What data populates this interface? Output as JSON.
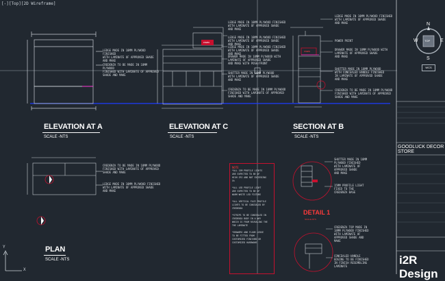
{
  "viewport": {
    "label": "[-][Top][2D Wireframe]"
  },
  "views": {
    "elev_a": {
      "title": "ELEVATION AT A",
      "scale": "SCALE -NTS"
    },
    "elev_c": {
      "title": "ELEVATION AT C",
      "scale": "SCALE -NTS"
    },
    "section_b": {
      "title": "SECTION AT B",
      "scale": "SCALE -NTS"
    },
    "plan": {
      "title": "PLAN",
      "scale": "SCALE -NTS"
    },
    "detail": {
      "title": "DETAIL 1",
      "scale": "SCALE-NTS"
    }
  },
  "notes": {
    "a1": "LEDGE MADE IN 18MM PLYWOOD\nFINISHED\nWITH LAMINATE OF APPROVED SHADE\nAND MAKE",
    "a2": "CREDENZA TO BE MADE IN 18MM\nPLYWOOD\nFINISHED WITH LAMINATE OF APPROVED\nSHADE AND MAKE",
    "c1": "LEDGE MADE IN 18MM PLYWOOD FINISHED\nWITH LAMINATE OF APPROVED SHADE\nAND MAKE",
    "c2": "LEDGE MADE IN 18MM PLYWOOD FINISHED\nWITH LAMINATE OF APPROVED SHADE\nAND MAKE",
    "c3": "LEDGE MADE IN 18MM PLYWOOD FINISHED\nWITH LAMINATE OF APPROVED SHADE\nAND MAKE",
    "c4": "DRAWER MADE IN 18MM PLYWOOD WITH\nLAMINATE OF APPROVED SHADE\nAND MAKE WITH POSH/FRONT",
    "c5": "SHUTTER MADE IN 18MM PLYWOOD\nWITH LAMINATE OF APPROVED SHADE\nAND MAKE",
    "c6": "CREDENZA TO BE MADE IN 18MM PLYWOOD\nFINISHED WITH LAMINATE OF APPROVED\nSHADE AND MAKE",
    "b1": "LEDGE MADE IN 18MM PLYWOOD FINISHED\nWITH LAMINATE OF APPROVED SHADE\nAND MAKE",
    "b2": "POWER POINT",
    "b3": "DRAWER MADE IN 18MM PLYWOOD WITH\nLAMINATE OF APPROVED SHADE\nAND MAKE",
    "b4": "SHUTTER MADE IN 18MM PLYWOOD\nWITH CONCEALED HANDLE FINISHED\nIN LAMINATE OF APPROVED SHADE\nAND MAKE",
    "b5": "CREDENZA TO BE MADE IN 18MM PLYWOOD\nFINISHED WITH LAMINATE OF APPROVED\nSHADE AND MAKE",
    "p1": "CREDENZA TO BE MADE IN 18MM PLYWOOD\nFINISHED WITH LAMINATE OF APPROVED\nSHADE AND MAKE",
    "p2": "LEDGE MADE IN 18MM PLYWOOD FINISHED\nWITH LAMINATE OF APPROVED SHADE\nAND MAKE",
    "d1": "SHUTTER MADE IN 18MM\nPLYWOOD FINISHED\nWITH LAMINATE OF\nAPPROVED SHADE\nAND MAKE",
    "d2": "15MM PROFILE LIGHT\nFIXED TO THE\nCREDENZA BASE",
    "d3": "CREDENZA TOP MADE IN\n18MM PLYWOOD FINISHED\nWITH LAMINATE OF\nAPPROVED SHADE AND\nMAKE",
    "d4": "CONCEALED HANDLE\nEDGING TO BE FINISHED\nIN FINISH RESEMBLING\nLAMINATE"
  },
  "note_box": {
    "title": "NOTE",
    "body": "*ALL 15M PROFILE LIGHTS\nARE EXPECTED TO BE OF\nHIGH CRI AND NOT EXCEEDING\n5%\n\n*ALL LED PROFILE LIGHT\nARE EXPECTED TO BE OF\nWARM WHITE LED FIXTURE\n\n*ALL VERTICAL FACE PROFILE\nLIGHTS TO BE CONCEALED BY\nCREDENZA\n\n*STRIPS TO BE CONCEALED IN\nCREDENZA BODY IN A WAY\nWHICH IS FROM REVEALING THE\nTHE LAMINATE\n\n*DRAWERS AND FLOOR LEDGE\nTO BE FITTED FROM\nCUSTOMIZED FINISHED OR\nCUSTOMIZED HARDWARE"
  },
  "power_tag": "POWER",
  "compass": {
    "n": "N",
    "s": "S",
    "e": "E",
    "w": "W",
    "top": "TOP",
    "wcs": "WCS"
  },
  "title_block": {
    "store": "GOODLUCK DECOR STORE",
    "brand": "i2R Design"
  },
  "ucs": {
    "x": "X",
    "y": "Y"
  },
  "colors": {
    "background": "#212830",
    "accent_red": "#c8102e",
    "accent_blue": "#1e3cff",
    "line": "#c9ced4"
  }
}
